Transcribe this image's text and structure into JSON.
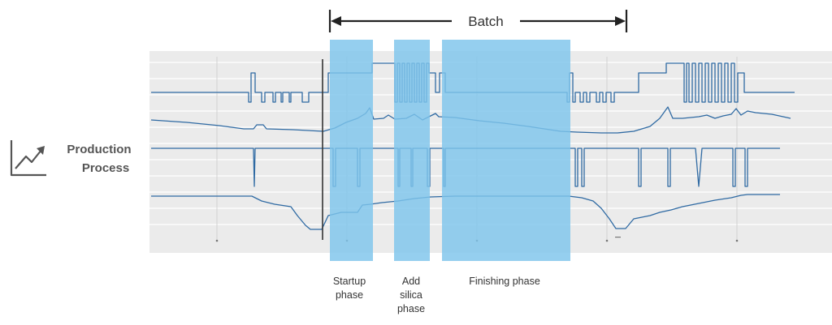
{
  "batch": {
    "label": "Batch"
  },
  "side_label": {
    "line1": "Production",
    "line2": "Process",
    "icon": "trending-up-chart-icon"
  },
  "phases": [
    {
      "id": "startup",
      "lines": [
        "Startup",
        "phase"
      ]
    },
    {
      "id": "add-silica",
      "lines": [
        "Add",
        "silica",
        "phase"
      ]
    },
    {
      "id": "finishing",
      "lines": [
        "Finishing phase"
      ]
    }
  ],
  "colors": {
    "phase_fill": "#7ec4ec",
    "trace": "#2f6aa3",
    "panel": "#ebebeb",
    "grid": "#ffffff",
    "text": "#333333",
    "icon": "#555555"
  }
}
